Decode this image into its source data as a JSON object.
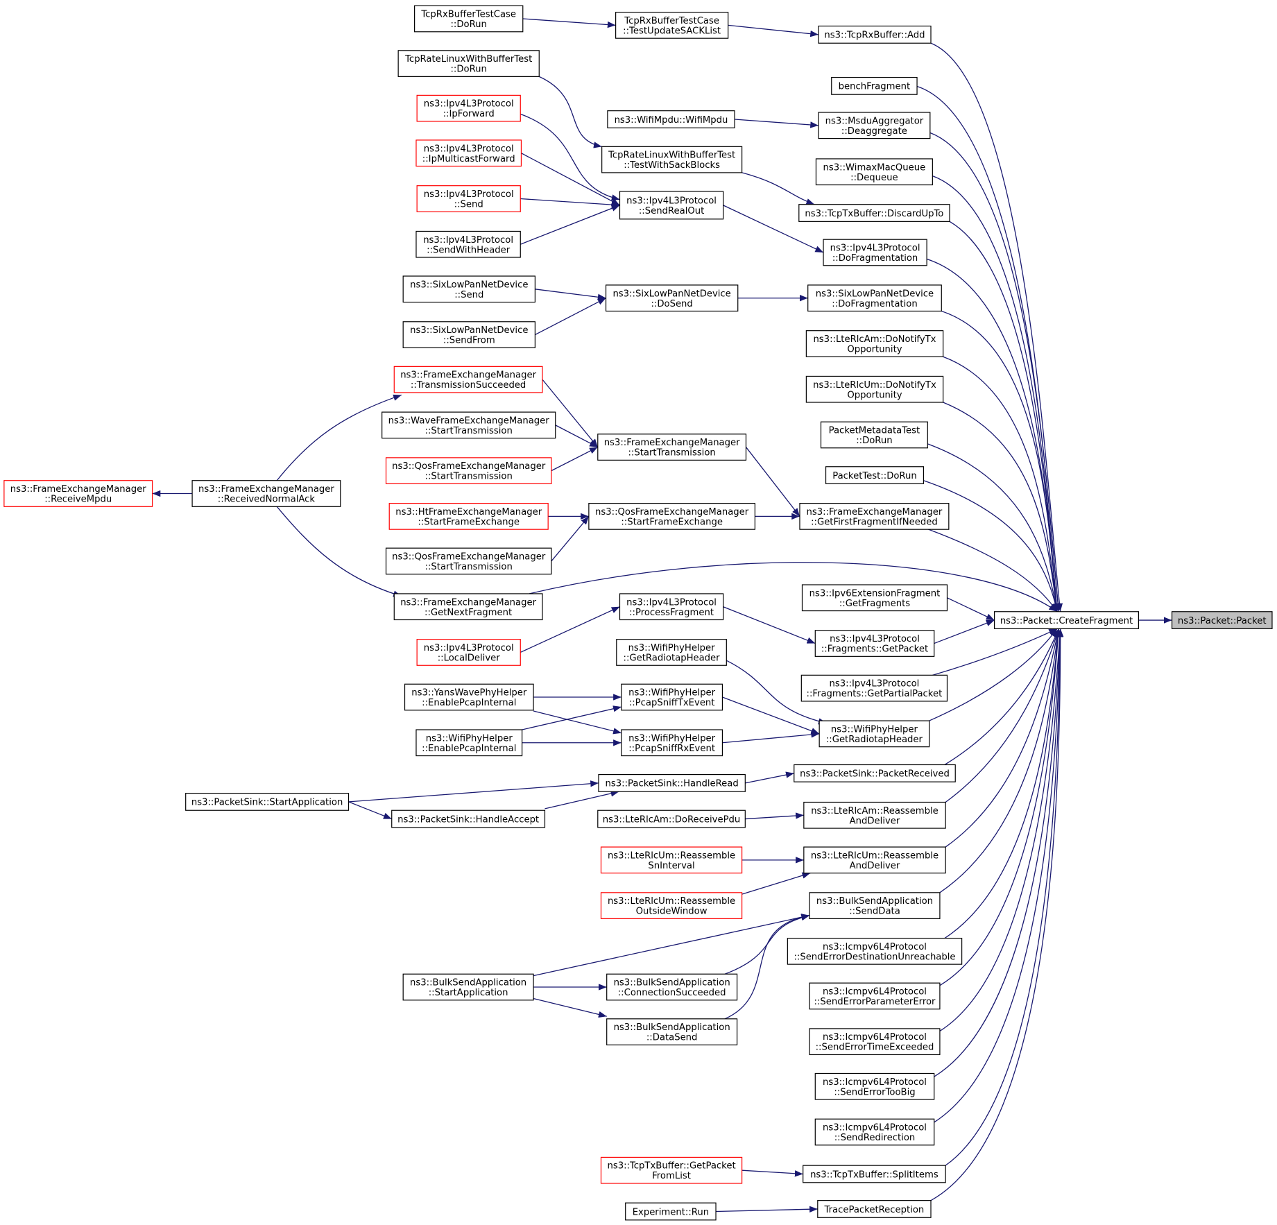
{
  "diagram": {
    "nodes": [
      {
        "id": "rxtest_dorun",
        "lines": [
          "TcpRxBufferTestCase",
          "::DoRun"
        ],
        "style": "normal"
      },
      {
        "id": "rxtest_sack",
        "lines": [
          "TcpRxBufferTestCase",
          "::TestUpdateSACKList"
        ],
        "style": "normal"
      },
      {
        "id": "rxbuf_add",
        "lines": [
          "ns3::TcpRxBuffer::Add"
        ],
        "style": "normal"
      },
      {
        "id": "ratelinux_dorun",
        "lines": [
          "TcpRateLinuxWithBufferTest",
          "::DoRun"
        ],
        "style": "normal"
      },
      {
        "id": "benchfrag",
        "lines": [
          "benchFragment"
        ],
        "style": "normal"
      },
      {
        "id": "ipv4_ipforward",
        "lines": [
          "ns3::Ipv4L3Protocol",
          "::IpForward"
        ],
        "style": "red"
      },
      {
        "id": "wifimpdu",
        "lines": [
          "ns3::WifiMpdu::WifiMpdu"
        ],
        "style": "normal"
      },
      {
        "id": "msdu_deagg",
        "lines": [
          "ns3::MsduAggregator",
          "::Deaggregate"
        ],
        "style": "normal"
      },
      {
        "id": "ipv4_ipmcast",
        "lines": [
          "ns3::Ipv4L3Protocol",
          "::IpMulticastForward"
        ],
        "style": "red"
      },
      {
        "id": "ratelinux_sack",
        "lines": [
          "TcpRateLinuxWithBufferTest",
          "::TestWithSackBlocks"
        ],
        "style": "normal"
      },
      {
        "id": "wimax_dequeue",
        "lines": [
          "ns3::WimaxMacQueue",
          "::Dequeue"
        ],
        "style": "normal"
      },
      {
        "id": "ipv4_send",
        "lines": [
          "ns3::Ipv4L3Protocol",
          "::Send"
        ],
        "style": "red"
      },
      {
        "id": "ipv4_sendrealout",
        "lines": [
          "ns3::Ipv4L3Protocol",
          "::SendRealOut"
        ],
        "style": "normal"
      },
      {
        "id": "txbuf_discard",
        "lines": [
          "ns3::TcpTxBuffer::DiscardUpTo"
        ],
        "style": "normal"
      },
      {
        "id": "ipv4_sendwithheader",
        "lines": [
          "ns3::Ipv4L3Protocol",
          "::SendWithHeader"
        ],
        "style": "normal"
      },
      {
        "id": "ipv4_dofrag",
        "lines": [
          "ns3::Ipv4L3Protocol",
          "::DoFragmentation"
        ],
        "style": "normal"
      },
      {
        "id": "sixlow_send",
        "lines": [
          "ns3::SixLowPanNetDevice",
          "::Send"
        ],
        "style": "normal"
      },
      {
        "id": "sixlow_dosend",
        "lines": [
          "ns3::SixLowPanNetDevice",
          "::DoSend"
        ],
        "style": "normal"
      },
      {
        "id": "sixlow_dofrag",
        "lines": [
          "ns3::SixLowPanNetDevice",
          "::DoFragmentation"
        ],
        "style": "normal"
      },
      {
        "id": "sixlow_sendfrom",
        "lines": [
          "ns3::SixLowPanNetDevice",
          "::SendFrom"
        ],
        "style": "normal"
      },
      {
        "id": "lterlcam_notify",
        "lines": [
          "ns3::LteRlcAm::DoNotifyTx",
          "Opportunity"
        ],
        "style": "normal"
      },
      {
        "id": "fem_txsucc",
        "lines": [
          "ns3::FrameExchangeManager",
          "::TransmissionSucceeded"
        ],
        "style": "red"
      },
      {
        "id": "lterlcum_notify",
        "lines": [
          "ns3::LteRlcUm::DoNotifyTx",
          "Opportunity"
        ],
        "style": "normal"
      },
      {
        "id": "wavefem_starttx",
        "lines": [
          "ns3::WaveFrameExchangeManager",
          "::StartTransmission"
        ],
        "style": "normal"
      },
      {
        "id": "fem_starttx",
        "lines": [
          "ns3::FrameExchangeManager",
          "::StartTransmission"
        ],
        "style": "normal"
      },
      {
        "id": "pktmeta_dorun",
        "lines": [
          "PacketMetadataTest",
          "::DoRun"
        ],
        "style": "normal"
      },
      {
        "id": "qosfem_starttx_red",
        "lines": [
          "ns3::QosFrameExchangeManager",
          "::StartTransmission"
        ],
        "style": "red"
      },
      {
        "id": "pkttest_dorun",
        "lines": [
          "PacketTest::DoRun"
        ],
        "style": "normal"
      },
      {
        "id": "fem_receivempdu",
        "lines": [
          "ns3::FrameExchangeManager",
          "::ReceiveMpdu"
        ],
        "style": "red"
      },
      {
        "id": "fem_recvnormalack",
        "lines": [
          "ns3::FrameExchangeManager",
          "::ReceivedNormalAck"
        ],
        "style": "normal"
      },
      {
        "id": "htfem_startfe",
        "lines": [
          "ns3::HtFrameExchangeManager",
          "::StartFrameExchange"
        ],
        "style": "red"
      },
      {
        "id": "qosfem_startfe",
        "lines": [
          "ns3::QosFrameExchangeManager",
          "::StartFrameExchange"
        ],
        "style": "normal"
      },
      {
        "id": "fem_getfirstfrag",
        "lines": [
          "ns3::FrameExchangeManager",
          "::GetFirstFragmentIfNeeded"
        ],
        "style": "normal"
      },
      {
        "id": "qosfem_starttx",
        "lines": [
          "ns3::QosFrameExchangeManager",
          "::StartTransmission"
        ],
        "style": "normal"
      },
      {
        "id": "ipv6ext_getfrags",
        "lines": [
          "ns3::Ipv6ExtensionFragment",
          "::GetFragments"
        ],
        "style": "normal"
      },
      {
        "id": "fem_getnextfrag",
        "lines": [
          "ns3::FrameExchangeManager",
          "::GetNextFragment"
        ],
        "style": "normal"
      },
      {
        "id": "ipv4_processfrag",
        "lines": [
          "ns3::Ipv4L3Protocol",
          "::ProcessFragment"
        ],
        "style": "normal"
      },
      {
        "id": "packet_createfrag",
        "lines": [
          "ns3::Packet::CreateFragment"
        ],
        "style": "normal"
      },
      {
        "id": "packet_packet",
        "lines": [
          "ns3::Packet::Packet"
        ],
        "style": "target"
      },
      {
        "id": "ipv4_frags_getpacket",
        "lines": [
          "ns3::Ipv4L3Protocol",
          "::Fragments::GetPacket"
        ],
        "style": "normal"
      },
      {
        "id": "ipv4_localdeliver",
        "lines": [
          "ns3::Ipv4L3Protocol",
          "::LocalDeliver"
        ],
        "style": "red"
      },
      {
        "id": "wifiphy_getradiotap_top",
        "lines": [
          "ns3::WifiPhyHelper",
          "::GetRadiotapHeader"
        ],
        "style": "normal"
      },
      {
        "id": "ipv4_frags_getpartial",
        "lines": [
          "ns3::Ipv4L3Protocol",
          "::Fragments::GetPartialPacket"
        ],
        "style": "normal"
      },
      {
        "id": "yanswave_enablepcap",
        "lines": [
          "ns3::YansWavePhyHelper",
          "::EnablePcapInternal"
        ],
        "style": "normal"
      },
      {
        "id": "wifiphy_sniffTx",
        "lines": [
          "ns3::WifiPhyHelper",
          "::PcapSniffTxEvent"
        ],
        "style": "normal"
      },
      {
        "id": "wifiphy_getradiotap",
        "lines": [
          "ns3::WifiPhyHelper",
          "::GetRadiotapHeader"
        ],
        "style": "normal"
      },
      {
        "id": "wifiphy_enablepcap",
        "lines": [
          "ns3::WifiPhyHelper",
          "::EnablePcapInternal"
        ],
        "style": "normal"
      },
      {
        "id": "wifiphy_sniffRx",
        "lines": [
          "ns3::WifiPhyHelper",
          "::PcapSniffRxEvent"
        ],
        "style": "normal"
      },
      {
        "id": "pktsink_pktrecv",
        "lines": [
          "ns3::PacketSink::PacketReceived"
        ],
        "style": "normal"
      },
      {
        "id": "pktsink_handleread",
        "lines": [
          "ns3::PacketSink::HandleRead"
        ],
        "style": "normal"
      },
      {
        "id": "pktsink_startapp",
        "lines": [
          "ns3::PacketSink::StartApplication"
        ],
        "style": "normal"
      },
      {
        "id": "pktsink_handleaccept",
        "lines": [
          "ns3::PacketSink::HandleAccept"
        ],
        "style": "normal"
      },
      {
        "id": "lterlcam_doreceive",
        "lines": [
          "ns3::LteRlcAm::DoReceivePdu"
        ],
        "style": "normal"
      },
      {
        "id": "lterlcam_reassemble",
        "lines": [
          "ns3::LteRlcAm::Reassemble",
          "AndDeliver"
        ],
        "style": "normal"
      },
      {
        "id": "lterlcum_sninterval",
        "lines": [
          "ns3::LteRlcUm::Reassemble",
          "SnInterval"
        ],
        "style": "red"
      },
      {
        "id": "lterlcum_reassemble",
        "lines": [
          "ns3::LteRlcUm::Reassemble",
          "AndDeliver"
        ],
        "style": "normal"
      },
      {
        "id": "lterlcum_outside",
        "lines": [
          "ns3::LteRlcUm::Reassemble",
          "OutsideWindow"
        ],
        "style": "red"
      },
      {
        "id": "bulk_senddata",
        "lines": [
          "ns3::BulkSendApplication",
          "::SendData"
        ],
        "style": "normal"
      },
      {
        "id": "icmpv6_destunreach",
        "lines": [
          "ns3::Icmpv6L4Protocol",
          "::SendErrorDestinationUnreachable"
        ],
        "style": "normal"
      },
      {
        "id": "bulk_startapp",
        "lines": [
          "ns3::BulkSendApplication",
          "::StartApplication"
        ],
        "style": "normal"
      },
      {
        "id": "bulk_connsucc",
        "lines": [
          "ns3::BulkSendApplication",
          "::ConnectionSucceeded"
        ],
        "style": "normal"
      },
      {
        "id": "icmpv6_paramerr",
        "lines": [
          "ns3::Icmpv6L4Protocol",
          "::SendErrorParameterError"
        ],
        "style": "normal"
      },
      {
        "id": "bulk_datasend",
        "lines": [
          "ns3::BulkSendApplication",
          "::DataSend"
        ],
        "style": "normal"
      },
      {
        "id": "icmpv6_timeexceeded",
        "lines": [
          "ns3::Icmpv6L4Protocol",
          "::SendErrorTimeExceeded"
        ],
        "style": "normal"
      },
      {
        "id": "icmpv6_toobig",
        "lines": [
          "ns3::Icmpv6L4Protocol",
          "::SendErrorTooBig"
        ],
        "style": "normal"
      },
      {
        "id": "icmpv6_redirect",
        "lines": [
          "ns3::Icmpv6L4Protocol",
          "::SendRedirection"
        ],
        "style": "normal"
      },
      {
        "id": "txbuf_getpktfromlist",
        "lines": [
          "ns3::TcpTxBuffer::GetPacket",
          "FromList"
        ],
        "style": "red"
      },
      {
        "id": "txbuf_splititems",
        "lines": [
          "ns3::TcpTxBuffer::SplitItems"
        ],
        "style": "normal"
      },
      {
        "id": "experiment_run",
        "lines": [
          "Experiment::Run"
        ],
        "style": "normal"
      },
      {
        "id": "tracepktrecv",
        "lines": [
          "TracePacketReception"
        ],
        "style": "normal"
      }
    ],
    "colors": {
      "edge": "#191970",
      "box_border": "#000000",
      "box_border_truncated": "#ff0000",
      "target_fill": "#bfbfbf"
    }
  }
}
